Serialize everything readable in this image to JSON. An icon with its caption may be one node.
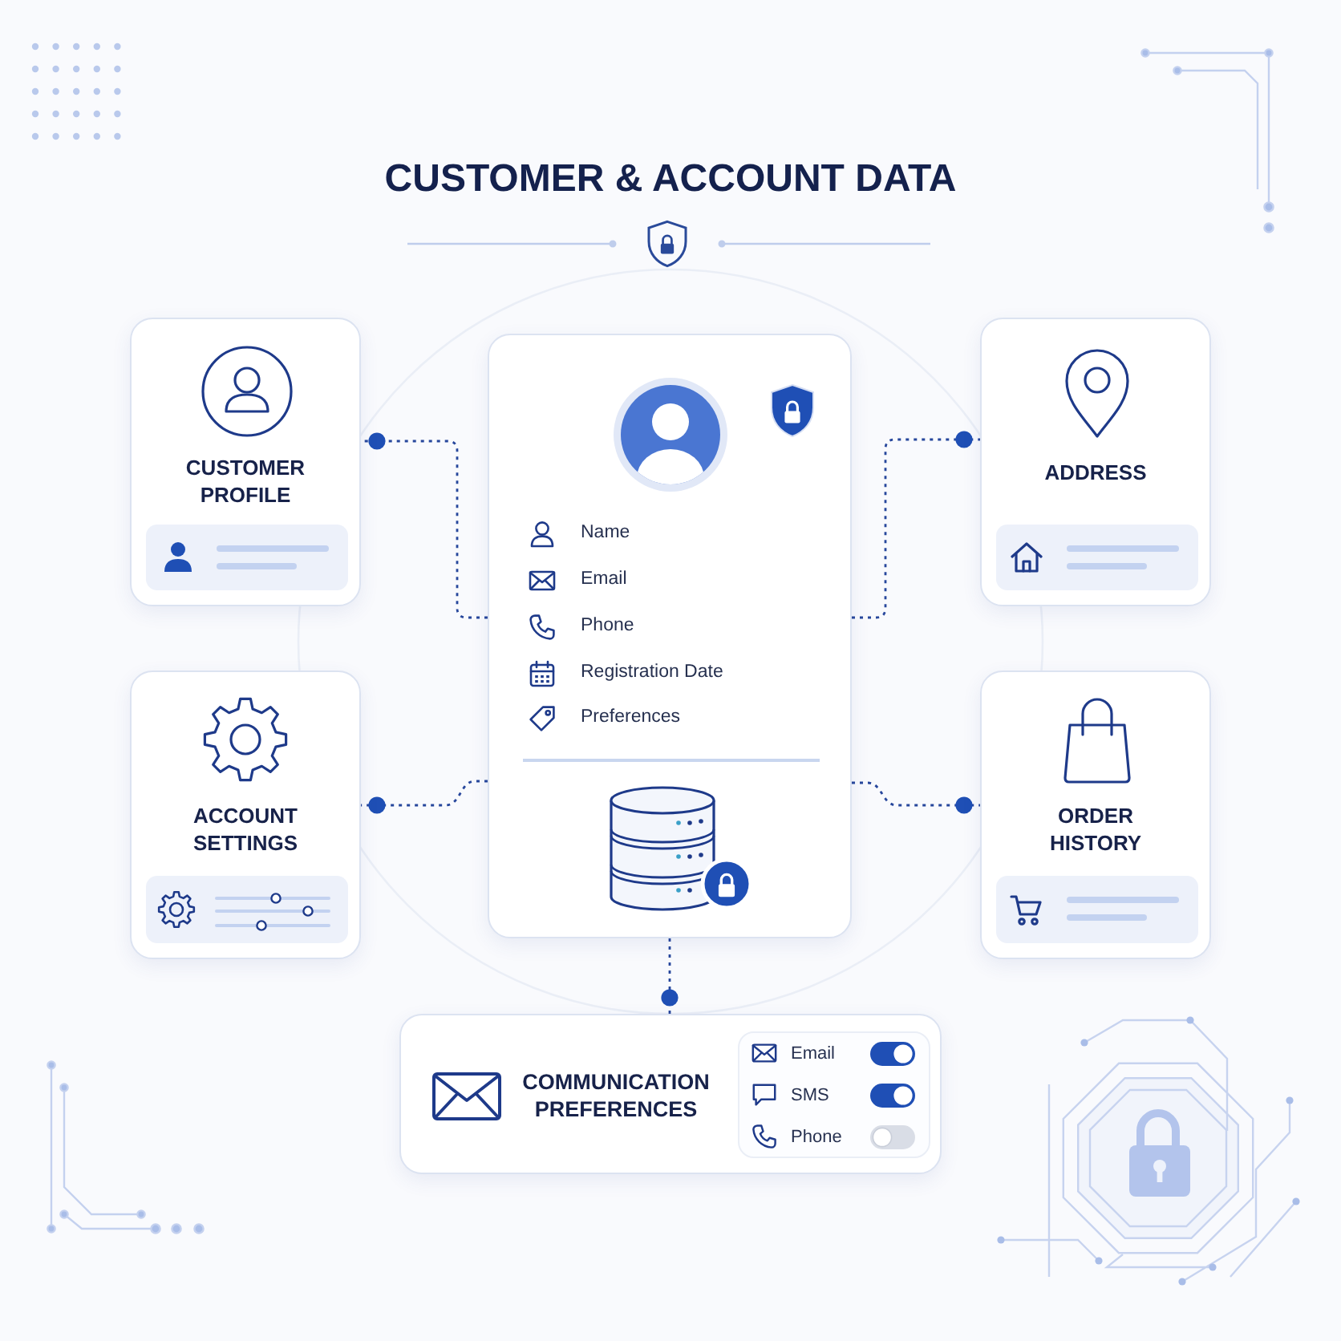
{
  "diagram": {
    "title": "CUSTOMER & ACCOUNT DATA",
    "nodes": [
      {
        "text": [
          "CUSTOMER PROFILE"
        ]
      },
      {
        "text": [
          "Name",
          "Email",
          "Phone",
          "Registration Date",
          "Preferences"
        ]
      },
      {
        "text": [
          "ADDRESS"
        ]
      },
      {
        "text": [
          "ACCOUNT SETTINGS"
        ]
      },
      {
        "text": [
          "ORDER HISTORY"
        ]
      },
      {
        "text": [
          "COMMUNICATION PREFERENCES"
        ]
      },
      {
        "text": [
          "Email",
          "SMS",
          "Phone"
        ],
        "in": 5
      }
    ],
    "edges": [
      {
        "from": 1,
        "to": 0,
        "arrow": "other",
        "style": "dashed"
      },
      {
        "from": 1,
        "to": 2,
        "arrow": "other",
        "style": "dashed"
      },
      {
        "from": 1,
        "to": 3,
        "arrow": "other",
        "style": "dashed"
      },
      {
        "from": 1,
        "to": 4,
        "arrow": "other",
        "style": "dashed"
      },
      {
        "from": 1,
        "to": 5,
        "arrow": "other",
        "style": "dashed"
      }
    ]
  }
}
